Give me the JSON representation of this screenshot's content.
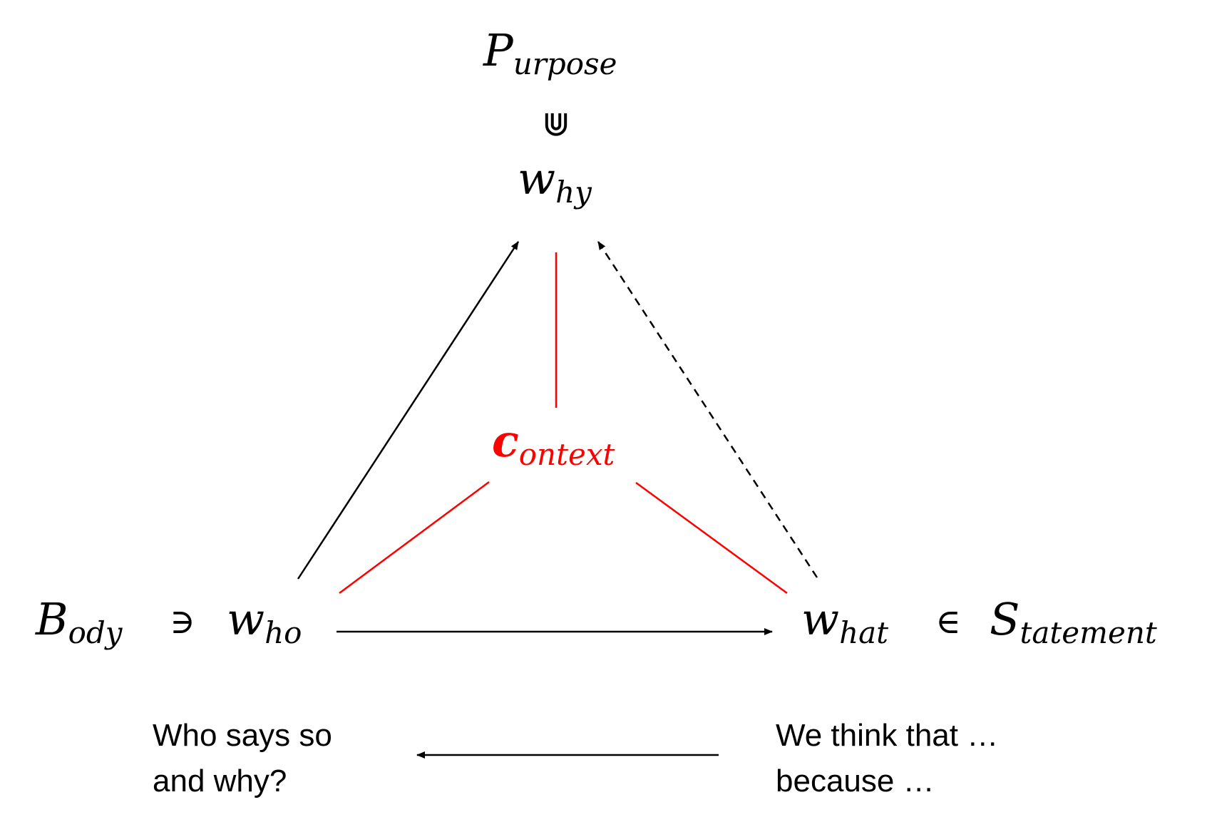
{
  "nodes": {
    "purpose": {
      "main": "P",
      "sub": "urpose"
    },
    "purpose_relation": "⋓",
    "why": {
      "main": "w",
      "sub": "hy"
    },
    "context": {
      "main": "c",
      "sub": "ontext"
    },
    "body": {
      "main": "B",
      "sub": "ody"
    },
    "body_relation": "∋",
    "who": {
      "main": "w",
      "sub": "ho"
    },
    "what": {
      "main": "w",
      "sub": "hat"
    },
    "statement_relation": "∈",
    "statement": {
      "main": "S",
      "sub": "tatement"
    }
  },
  "notes": {
    "left_line1": "Who says so",
    "left_line2": "and why?",
    "right_line1": "We think that …",
    "right_line2": "because …"
  },
  "colors": {
    "ink": "#000000",
    "context": "#ff0000"
  }
}
